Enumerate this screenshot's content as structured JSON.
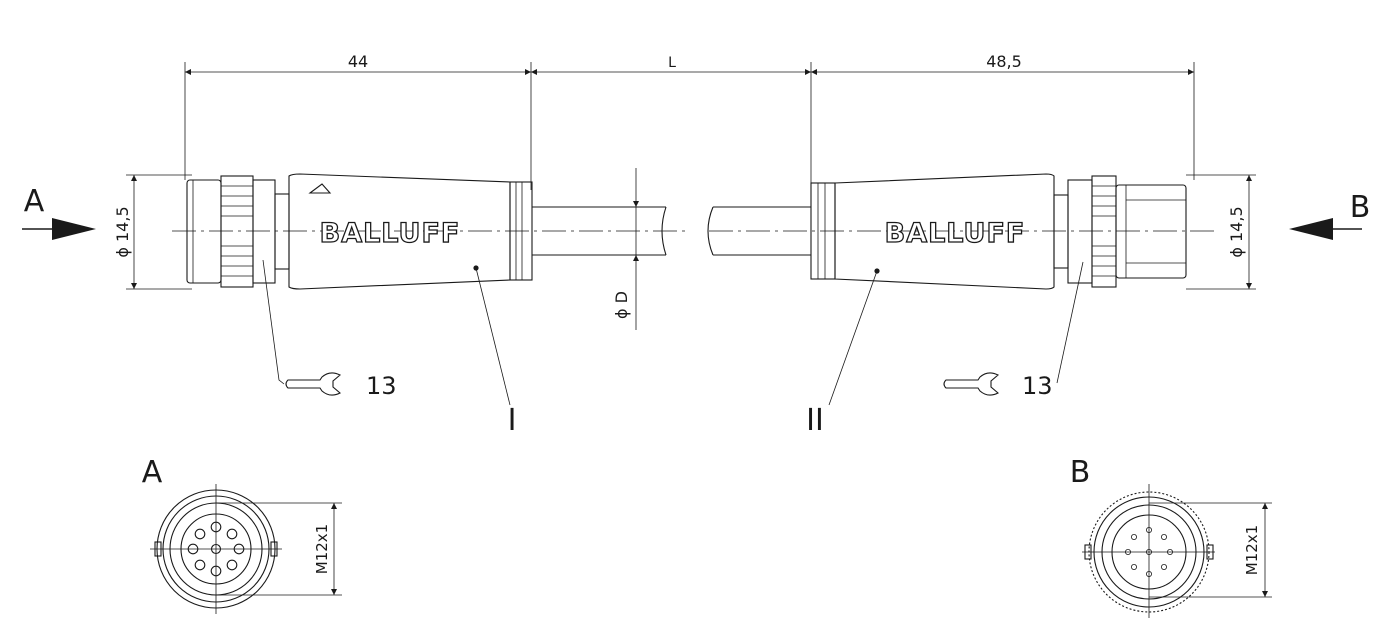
{
  "dimensions": {
    "left_length": "44",
    "cable_length": "L",
    "right_length": "48,5",
    "left_diameter": "ϕ 14,5",
    "right_diameter": "ϕ 14,5",
    "cable_diameter": "ϕ D",
    "left_wrench": "13",
    "right_wrench": "13",
    "left_thread": "M12x1",
    "right_thread": "M12x1"
  },
  "labels": {
    "view_a": "A",
    "view_b": "B",
    "detail_a": "A",
    "detail_b": "B",
    "callout_i": "I",
    "callout_ii": "II"
  },
  "brand": {
    "left": "BALLUFF",
    "right": "BALLUFF"
  }
}
